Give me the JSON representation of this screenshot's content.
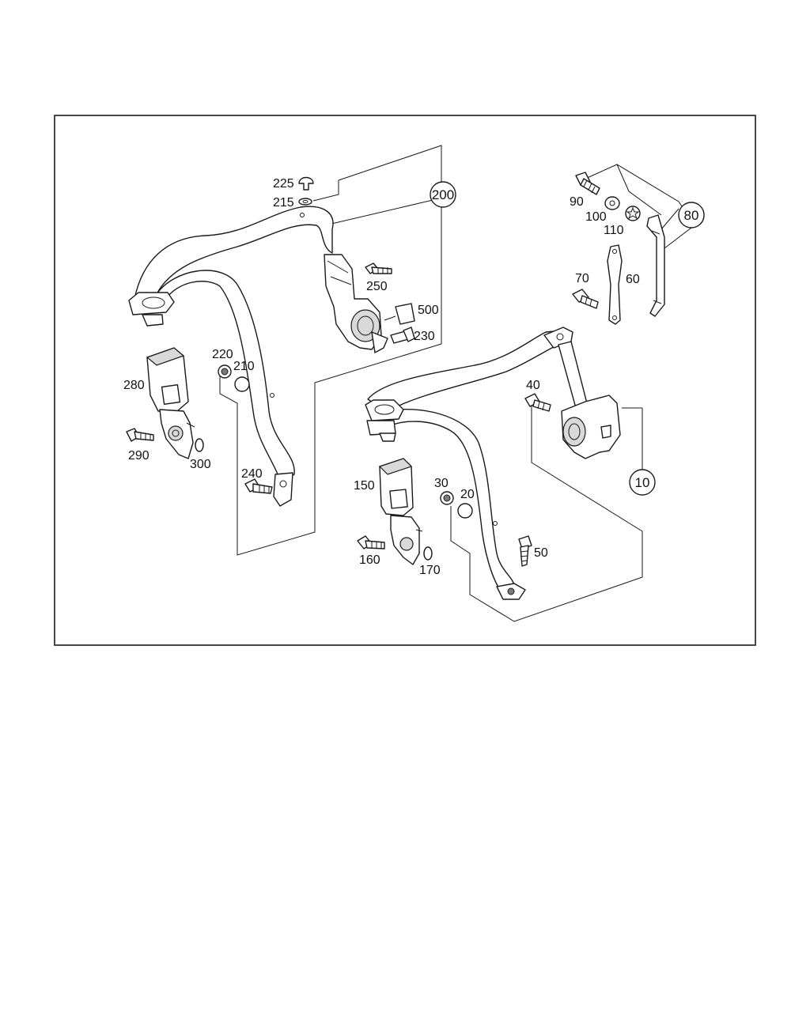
{
  "diagram": {
    "callouts": [
      {
        "id": "c200",
        "text": "200"
      },
      {
        "id": "c80",
        "text": "80"
      },
      {
        "id": "c10",
        "text": "10"
      }
    ],
    "labels": [
      {
        "id": "l225",
        "text": "225"
      },
      {
        "id": "l215",
        "text": "215"
      },
      {
        "id": "l250",
        "text": "250"
      },
      {
        "id": "l500",
        "text": "500"
      },
      {
        "id": "l230",
        "text": "230"
      },
      {
        "id": "l220",
        "text": "220"
      },
      {
        "id": "l210",
        "text": "210"
      },
      {
        "id": "l280",
        "text": "280"
      },
      {
        "id": "l290",
        "text": "290"
      },
      {
        "id": "l300",
        "text": "300"
      },
      {
        "id": "l240",
        "text": "240"
      },
      {
        "id": "l90",
        "text": "90"
      },
      {
        "id": "l100",
        "text": "100"
      },
      {
        "id": "l110",
        "text": "110"
      },
      {
        "id": "l70",
        "text": "70"
      },
      {
        "id": "l60",
        "text": "60"
      },
      {
        "id": "l40",
        "text": "40"
      },
      {
        "id": "l150",
        "text": "150"
      },
      {
        "id": "l30",
        "text": "30"
      },
      {
        "id": "l20",
        "text": "20"
      },
      {
        "id": "l50",
        "text": "50"
      },
      {
        "id": "l160",
        "text": "160"
      },
      {
        "id": "l170",
        "text": "170"
      }
    ]
  }
}
